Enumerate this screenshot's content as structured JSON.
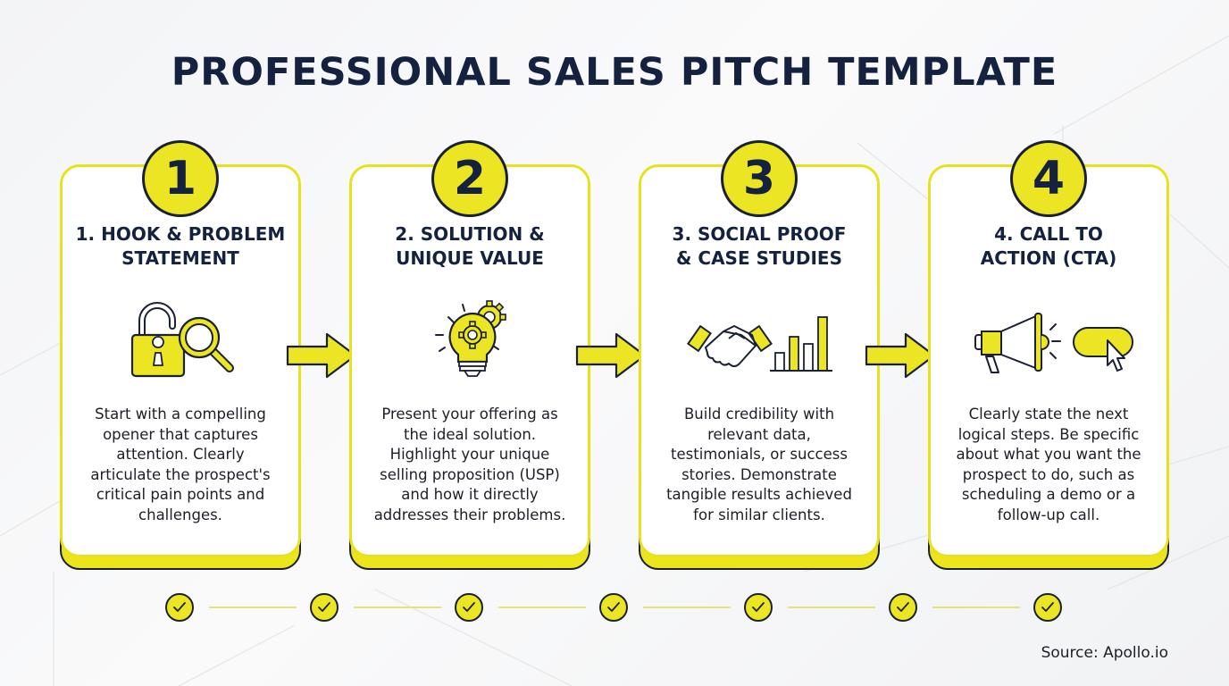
{
  "title": "PROFESSIONAL SALES PITCH TEMPLATE",
  "colors": {
    "accent_yellow": "#ebe523",
    "outline_navy": "#1b2135",
    "title_navy": "#15223f",
    "card_bg": "#ffffff",
    "page_bg": "#f4f5f7"
  },
  "steps": [
    {
      "number": "1",
      "title": "1. HOOK & PROBLEM\nSTATEMENT",
      "icon": "unlocked-padlock-with-magnifier-icon",
      "body": "Start with a compelling\nopener that captures\nattention. Clearly\narticulate the prospect's\ncritical pain points and\nchallenges."
    },
    {
      "number": "2",
      "title": "2. SOLUTION &\nUNIQUE VALUE",
      "icon": "lightbulb-with-gears-icon",
      "body": "Present your offering as\nthe ideal solution.\nHighlight your unique\nselling proposition (USP)\nand how it directly\naddresses their problems."
    },
    {
      "number": "3",
      "title": "3. SOCIAL PROOF\n& CASE STUDIES",
      "icon": "handshake-and-bar-chart-icon",
      "body": "Build credibility with\nrelevant data,\ntestimonials, or success\nstories. Demonstrate\ntangible results achieved\nfor similar clients."
    },
    {
      "number": "4",
      "title": "4. CALL TO\nACTION (CTA)",
      "icon": "megaphone-and-click-button-icon",
      "body": "Clearly state the next\nlogical steps. Be specific\nabout what you want the\nprospect to do, such as\nscheduling a demo or a\nfollow-up call."
    }
  ],
  "arrows_count": 3,
  "checkmarks_count": 7,
  "source": "Source: Apollo.io"
}
